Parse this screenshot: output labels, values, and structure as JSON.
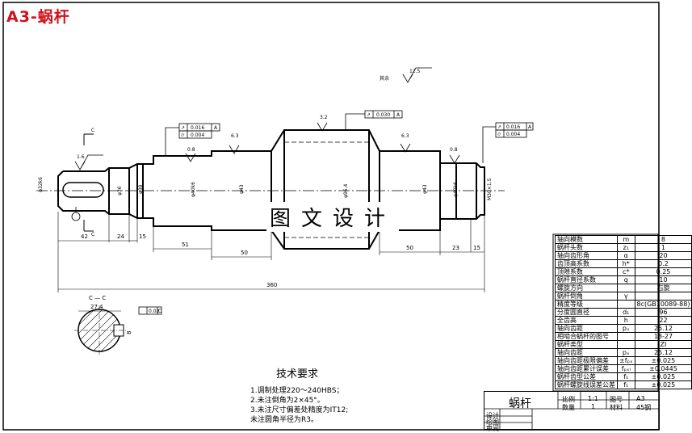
{
  "title": "A3-蜗杆",
  "watermark": "图文设计",
  "roughness": {
    "general": "12.5",
    "general_note": "其余",
    "values": [
      "1.6",
      "0.8",
      "6.3",
      "3.2",
      "6.3",
      "0.8"
    ]
  },
  "tolerances": {
    "left_radial_runout": "0.016",
    "left_cylindricity": "0.004",
    "center_runout": "0.030",
    "right_radial_runout": "0.016",
    "right_cylindricity": "0.004",
    "datum": "A",
    "keyway_symmetry": "0.02",
    "keyway_datum": "C"
  },
  "dimensions": {
    "seg_42": "42",
    "seg_24": "24",
    "seg_15a": "15",
    "seg_51": "51",
    "seg_50a": "50",
    "seg_50b": "50",
    "seg_23": "23",
    "seg_15b": "15",
    "total": "360",
    "keyway_depth": "27.4",
    "keyway_width": "8"
  },
  "section": {
    "cut_label": "C",
    "title": "C — C"
  },
  "tech_requirements": {
    "heading": "技术要求",
    "items": [
      "1.调制处理220～240HBS；",
      "2.未注倒角为2×45°。",
      "3.未注尺寸偏差处精度为IT12;",
      "未注圆角半径为R3。"
    ]
  },
  "params": [
    {
      "name": "轴向模数",
      "sym": "m",
      "val": "8"
    },
    {
      "name": "蜗杆头数",
      "sym": "z₁",
      "val": "1"
    },
    {
      "name": "轴向齿形角",
      "sym": "α",
      "val": "20"
    },
    {
      "name": "齿顶高系数",
      "sym": "h*",
      "val": "0.2"
    },
    {
      "name": "顶隙系数",
      "sym": "c*",
      "val": "0.25"
    },
    {
      "name": "蜗杆直径系数",
      "sym": "q",
      "val": "10"
    },
    {
      "name": "螺旋方向",
      "sym": "",
      "val": "右旋"
    },
    {
      "name": "蜗杆倒角",
      "sym": "γ",
      "val": ""
    },
    {
      "name": "精度等级",
      "sym": "",
      "val": "8c(GB10089-88)"
    },
    {
      "name": "分度圆直径",
      "sym": "d₁",
      "val": "96"
    },
    {
      "name": "全齿高",
      "sym": "h",
      "val": "22"
    },
    {
      "name": "轴向齿距",
      "sym": "pₓ",
      "val": "25.12"
    },
    {
      "name": "相啮合蜗杆的图号",
      "sym": "",
      "val": "18-27"
    },
    {
      "name": "蜗杆类型",
      "sym": "",
      "val": "ZI"
    },
    {
      "name": "轴向齿距",
      "sym": "pₓ",
      "val": "25.12"
    },
    {
      "name": "轴向齿距极限偏差",
      "sym": "±fₚₓ",
      "val": "±0.025"
    },
    {
      "name": "轴向齿距累计误差",
      "sym": "fₚₓₗ",
      "val": "±0.0445"
    },
    {
      "name": "蜗杆齿型公差",
      "sym": "f₁",
      "val": "±0.025"
    },
    {
      "name": "蜗杆螺旋线误差公差",
      "sym": "f₁",
      "val": "±0.025"
    }
  ],
  "title_block": {
    "part_name": "蜗杆",
    "scale_label": "比例",
    "scale": "1:1",
    "drawing_no_label": "图号",
    "drawing_no": "A3",
    "qty_label": "数量",
    "qty": "1",
    "material_label": "材料",
    "material": "45钢",
    "designed": "设计",
    "drawn": "绘图",
    "checked": "审阅"
  }
}
